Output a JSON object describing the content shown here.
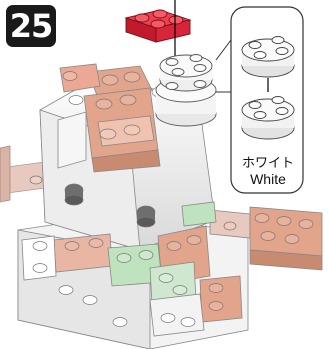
{
  "step": {
    "number": "25"
  },
  "callout": {
    "label_jp": "ホワイト",
    "label_en": "White"
  },
  "colors": {
    "new_brick": "#d9253a",
    "white_brick": "#f2f2f2",
    "salmon_brick": "#e2a58c",
    "light_green_brick": "#bfe3bf",
    "dark_gray_brick": "#6e6e6e",
    "badge": "#1a1a1a"
  }
}
